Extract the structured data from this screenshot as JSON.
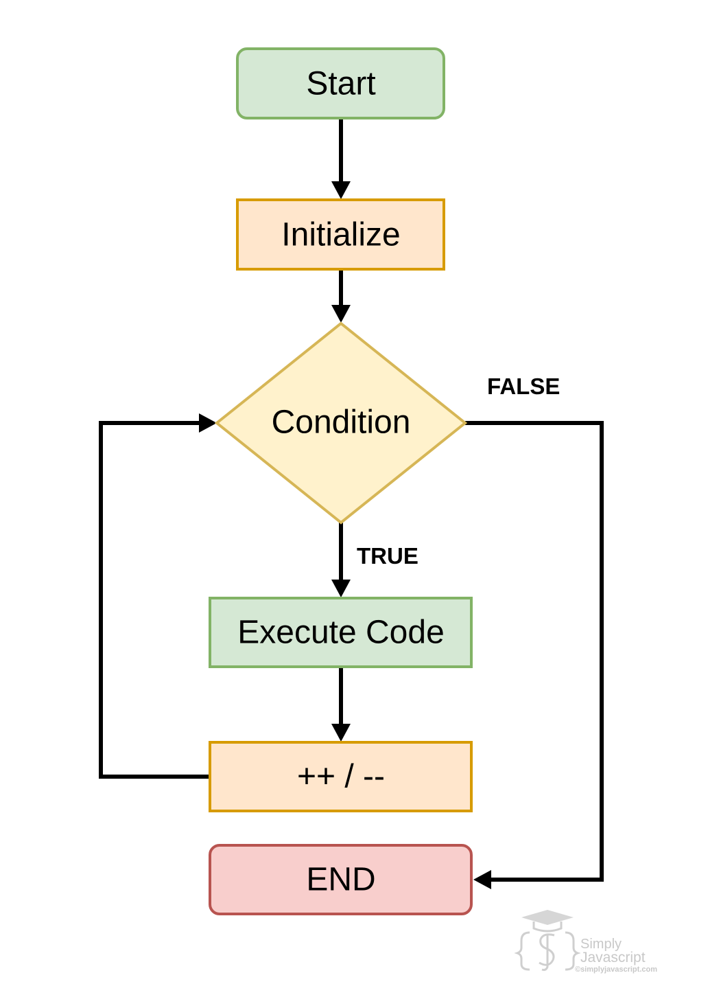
{
  "nodes": {
    "start": {
      "label": "Start",
      "fill": "#d5e8d4",
      "stroke": "#82b366"
    },
    "initialize": {
      "label": "Initialize",
      "fill": "#ffe6cc",
      "stroke": "#d79b00"
    },
    "condition": {
      "label": "Condition",
      "fill": "#fff2cc",
      "stroke": "#d6b656"
    },
    "execute": {
      "label": "Execute Code",
      "fill": "#d5e8d4",
      "stroke": "#82b366"
    },
    "increment": {
      "label": "++ / --",
      "fill": "#ffe6cc",
      "stroke": "#d79b00"
    },
    "end": {
      "label": "END",
      "fill": "#f8cecc",
      "stroke": "#b85450"
    }
  },
  "edges": [
    {
      "from": "start",
      "to": "initialize",
      "label": ""
    },
    {
      "from": "initialize",
      "to": "condition",
      "label": ""
    },
    {
      "from": "condition",
      "to": "execute",
      "label": "TRUE"
    },
    {
      "from": "execute",
      "to": "increment",
      "label": ""
    },
    {
      "from": "increment",
      "to": "condition",
      "label": ""
    },
    {
      "from": "condition",
      "to": "end",
      "label": "FALSE"
    }
  ],
  "watermark": {
    "line1": "Simply",
    "line2": "Javascript",
    "site": "©simplyjavascript.com",
    "icon": "graduation-cap-js-logo"
  }
}
